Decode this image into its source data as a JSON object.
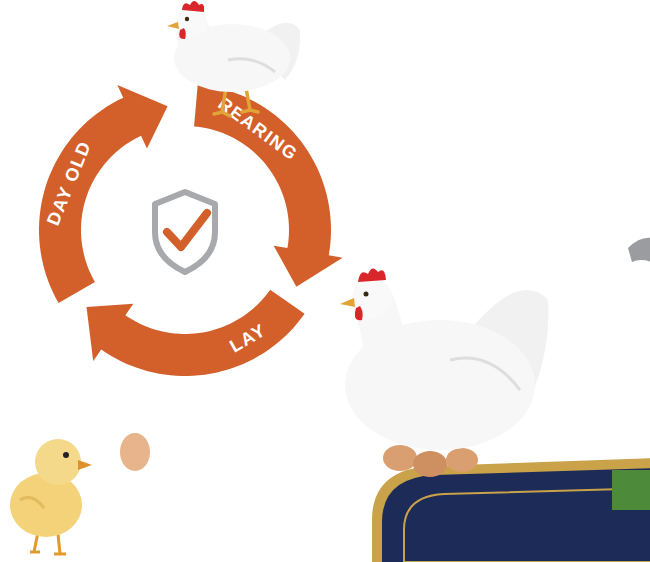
{
  "diagram": {
    "nodes": [
      {
        "text": [
          "REARING"
        ]
      },
      {
        "text": [
          "LAY"
        ]
      },
      {
        "text": [
          "DAY OLD"
        ]
      }
    ]
  }
}
